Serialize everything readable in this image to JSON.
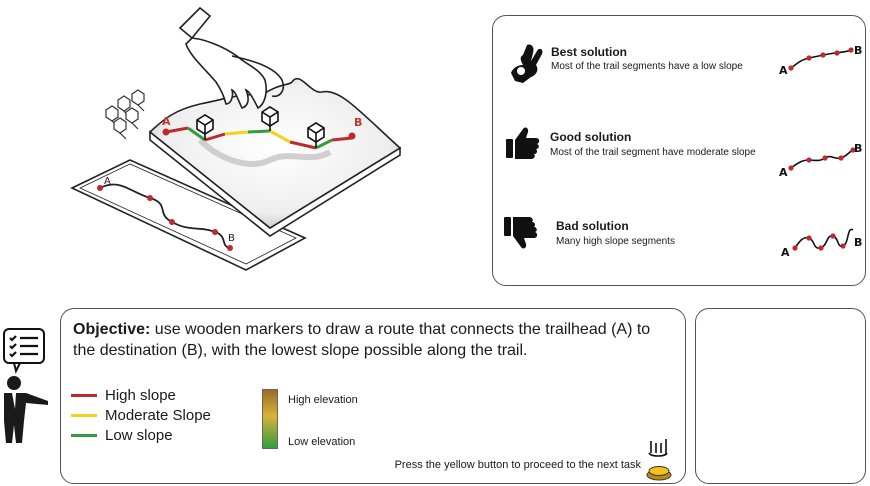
{
  "illustration": {
    "point_a": "A",
    "point_b": "B",
    "map_a": "A",
    "map_b": "B"
  },
  "solutions": [
    {
      "title": "Best solution",
      "description": "Most of the trail segments have  a low slope",
      "icon": "ok-hand-gesture-icon",
      "start": "A",
      "end": "B"
    },
    {
      "title": "Good solution",
      "description": "Most of the trail segment have moderate slope",
      "icon": "thumbs-up-icon",
      "start": "A",
      "end": "B"
    },
    {
      "title": "Bad solution",
      "description": "Many high slope segments",
      "icon": "thumbs-down-icon",
      "start": "A",
      "end": "B"
    }
  ],
  "objective": {
    "label": "Objective:",
    "text": " use wooden markers to draw a route that connects the trailhead (A) to the destination (B), with the lowest slope possible along the trail."
  },
  "legend": [
    {
      "label": "High slope",
      "color": "#c0282d"
    },
    {
      "label": "Moderate Slope",
      "color": "#f2d21b"
    },
    {
      "label": "Low slope",
      "color": "#2f9e3f"
    }
  ],
  "elevation": {
    "high_label": "High elevation",
    "low_label": "Low elevation",
    "gradient_top": "#9b6a2a",
    "gradient_bottom": "#2f9e3f"
  },
  "instruction": "Press the yellow button to proceed to the next task",
  "colors": {
    "accent_red": "#c0282d",
    "button_yellow": "#f2c21b",
    "border": "#555555"
  }
}
